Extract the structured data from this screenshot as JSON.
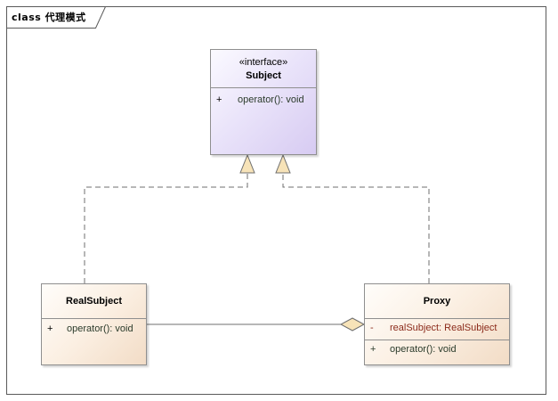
{
  "frame": {
    "title": "class 代理模式"
  },
  "diagram": {
    "subject": {
      "stereotype": "«interface»",
      "name": "Subject",
      "operations": [
        {
          "visibility": "+",
          "text": "operator(): void"
        }
      ]
    },
    "real_subject": {
      "name": "RealSubject",
      "operations": [
        {
          "visibility": "+",
          "text": "operator(): void"
        }
      ]
    },
    "proxy": {
      "name": "Proxy",
      "attributes": [
        {
          "visibility": "-",
          "text": "realSubject: RealSubject"
        }
      ],
      "operations": [
        {
          "visibility": "+",
          "text": "operator(): void"
        }
      ]
    },
    "relationships": [
      {
        "type": "realization",
        "from": "RealSubject",
        "to": "Subject"
      },
      {
        "type": "realization",
        "from": "Proxy",
        "to": "Subject"
      },
      {
        "type": "aggregation",
        "from": "RealSubject",
        "to": "Proxy"
      }
    ]
  },
  "colors": {
    "interface_fill": "#e3dbf7",
    "class_fill": "#f8e8d8",
    "line": "#6f6f6f",
    "arrow_fill": "#f7e3b8",
    "attribute_text": "#8b2a1a"
  }
}
